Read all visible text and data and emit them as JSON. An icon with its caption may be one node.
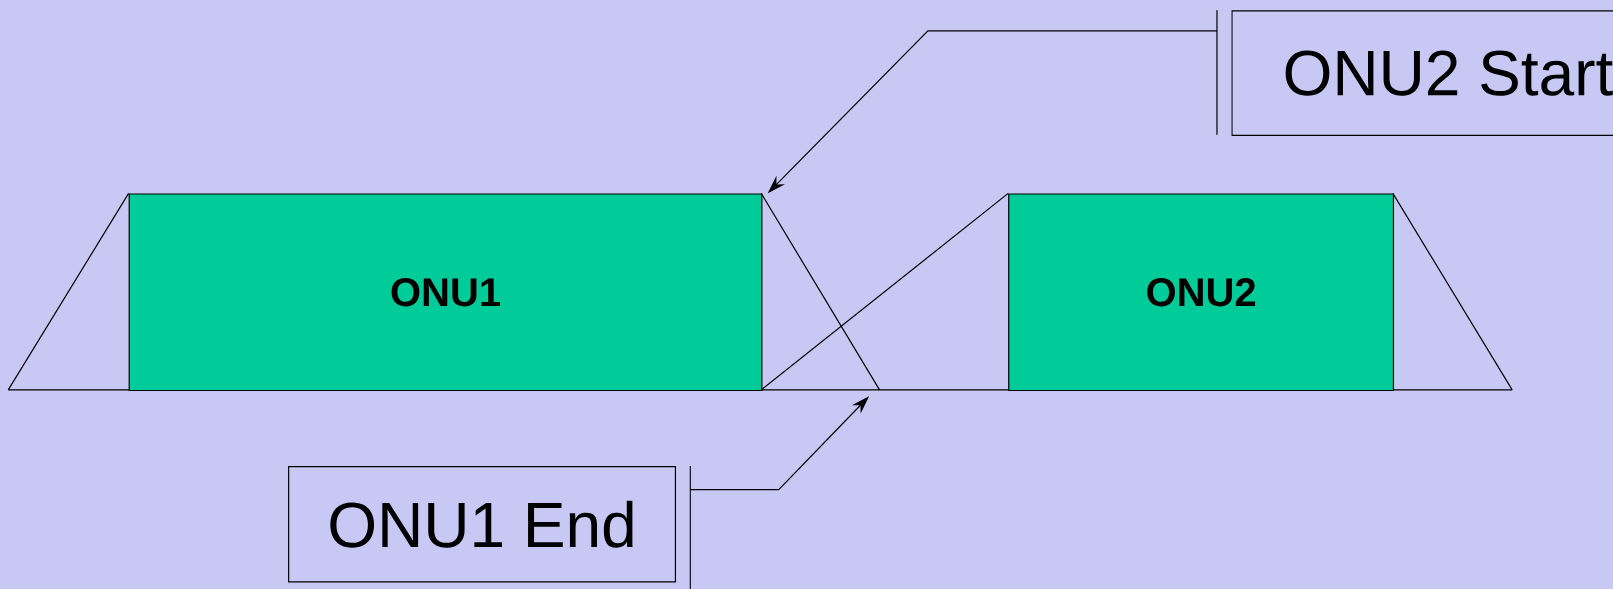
{
  "diagram": {
    "nodes": [
      {
        "text": [
          "ONU1"
        ]
      },
      {
        "text": [
          "ONU2"
        ]
      },
      {
        "text": [
          "ONU2 Start"
        ]
      },
      {
        "text": [
          "ONU1 End"
        ]
      }
    ],
    "edges": [
      {
        "from": 2,
        "to": 0,
        "arrow": "to"
      },
      {
        "from": 3,
        "to": null,
        "arrow": "to"
      }
    ]
  }
}
